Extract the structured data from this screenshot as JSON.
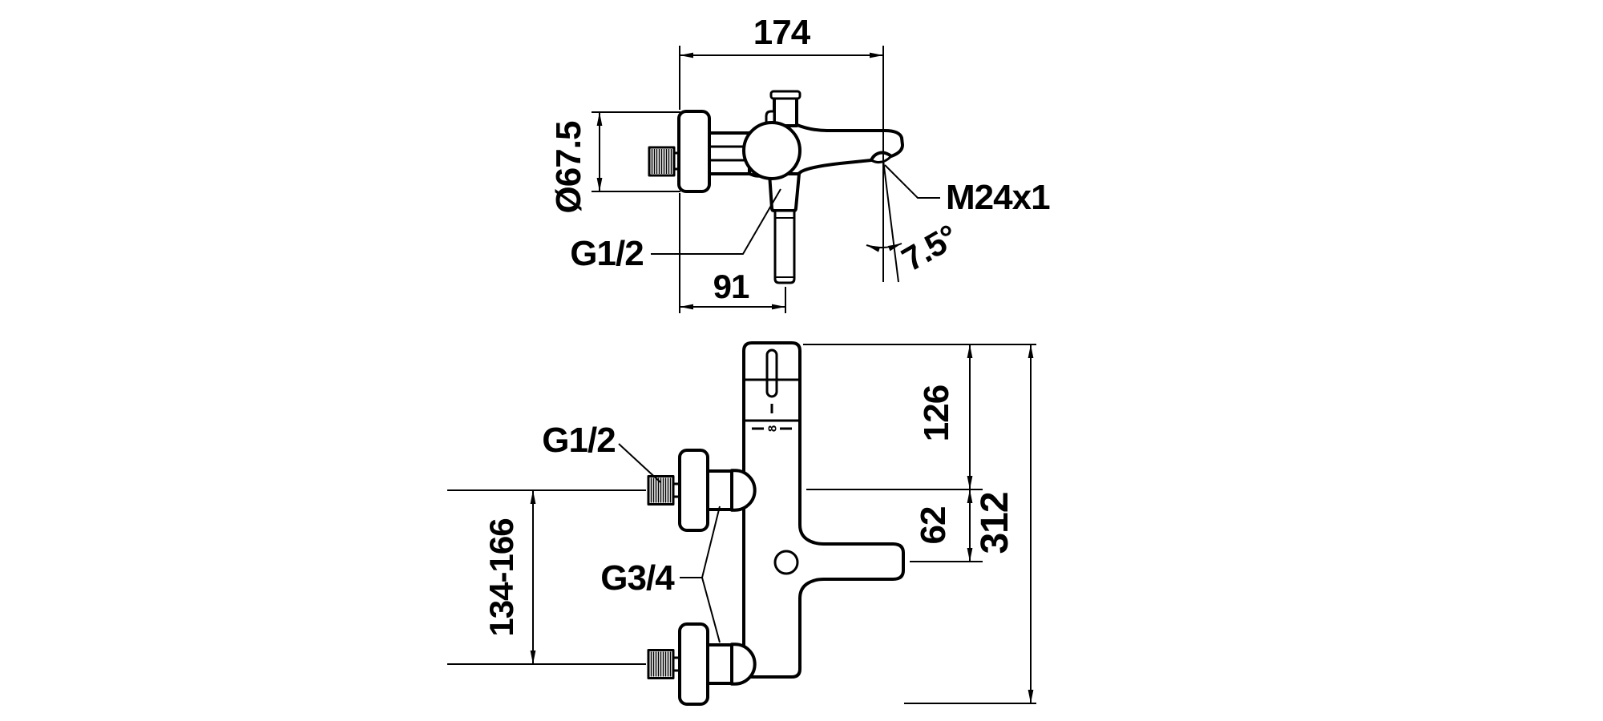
{
  "drawing": {
    "type": "technical-dimension-drawing",
    "subject": "wall-mounted bath mixer faucet, two orthographic views",
    "colors": {
      "ink": "#000000",
      "paper": "#ffffff"
    },
    "side_view": {
      "spout_reach": "174",
      "escutcheon_diameter": "Ø67.5",
      "handshower_outlet_thread": "G1/2",
      "handshower_offset": "91",
      "spout_end_thread": "M24x1",
      "spout_angle": "7.5°"
    },
    "front_view": {
      "inlet_thread": "G1/2",
      "union_thread": "G3/4",
      "inlet_spacing": "134-166",
      "top_to_inlet_axis": "126",
      "inlet_axis_to_spout_axis": "62",
      "overall_height": "312",
      "temperature_scale_mark": "8"
    }
  }
}
